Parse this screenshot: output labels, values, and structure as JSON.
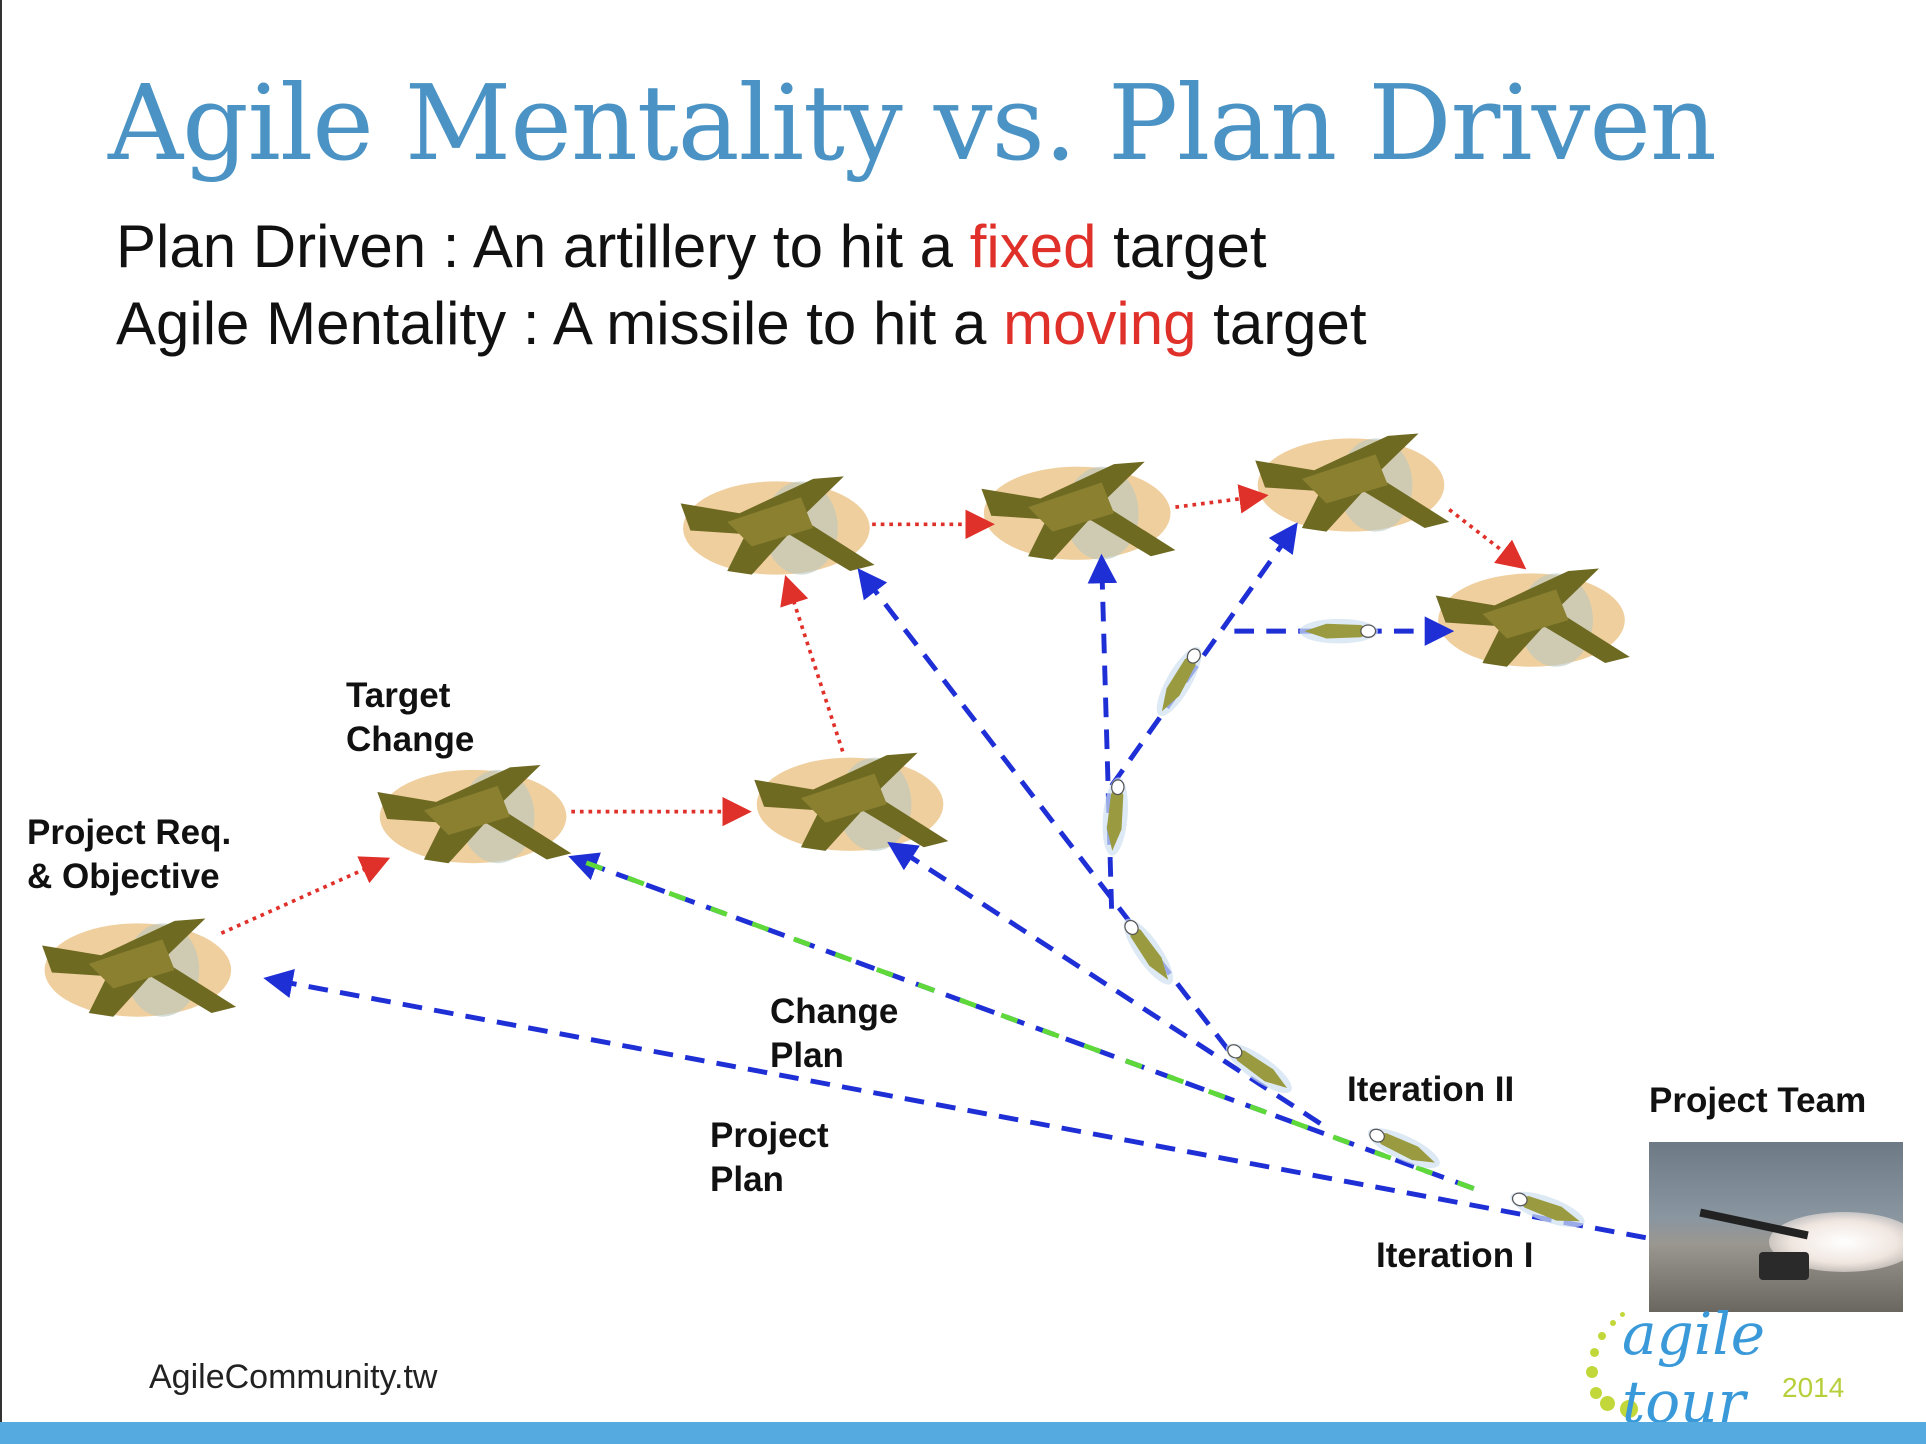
{
  "title": "Agile Mentality vs. Plan Driven",
  "lines": [
    {
      "prefix": "Plan Driven  : An artillery to hit a ",
      "highlight": "fixed",
      "suffix": " target"
    },
    {
      "prefix": "Agile Mentality : A missile to hit a ",
      "highlight": "moving",
      "suffix": " target"
    }
  ],
  "labels": {
    "project_req_1": "Project Req.",
    "project_req_2": "& Objective",
    "target_change_1": "Target",
    "target_change_2": "Change",
    "change_plan_1": "Change",
    "change_plan_2": "Plan",
    "project_plan_1": "Project",
    "project_plan_2": "Plan",
    "iteration_2": "Iteration II",
    "iteration_1": "Iteration I",
    "project_team": "Project Team"
  },
  "footer": "AgileCommunity.tw",
  "logo": {
    "text": "agile tour",
    "year": "2014"
  },
  "colors": {
    "title": "#4a93c4",
    "highlight": "#e0302a",
    "plan_arrow": "#1f2fd6",
    "target_arrow": "#e0302a",
    "change_overlay": "#5fd83a",
    "bar": "#55aadf"
  }
}
